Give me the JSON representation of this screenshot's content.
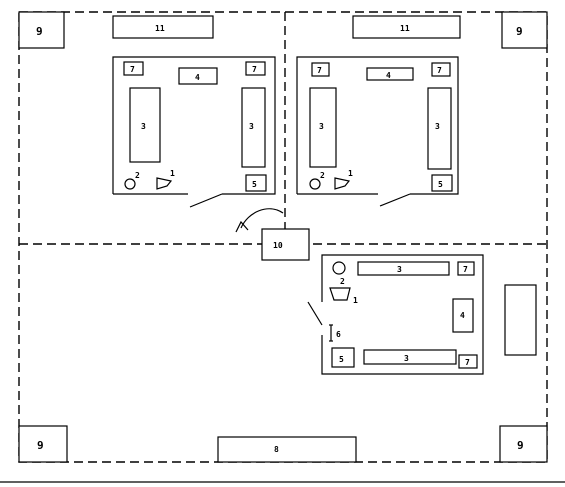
{
  "labels": {
    "corner": "9",
    "top_table": "11",
    "center": "10",
    "bottom_table": "8",
    "bed": "3",
    "desk": "4",
    "square_small": "7",
    "square_5": "5",
    "num_2": "2",
    "num_1": "1",
    "num_6": "6"
  }
}
